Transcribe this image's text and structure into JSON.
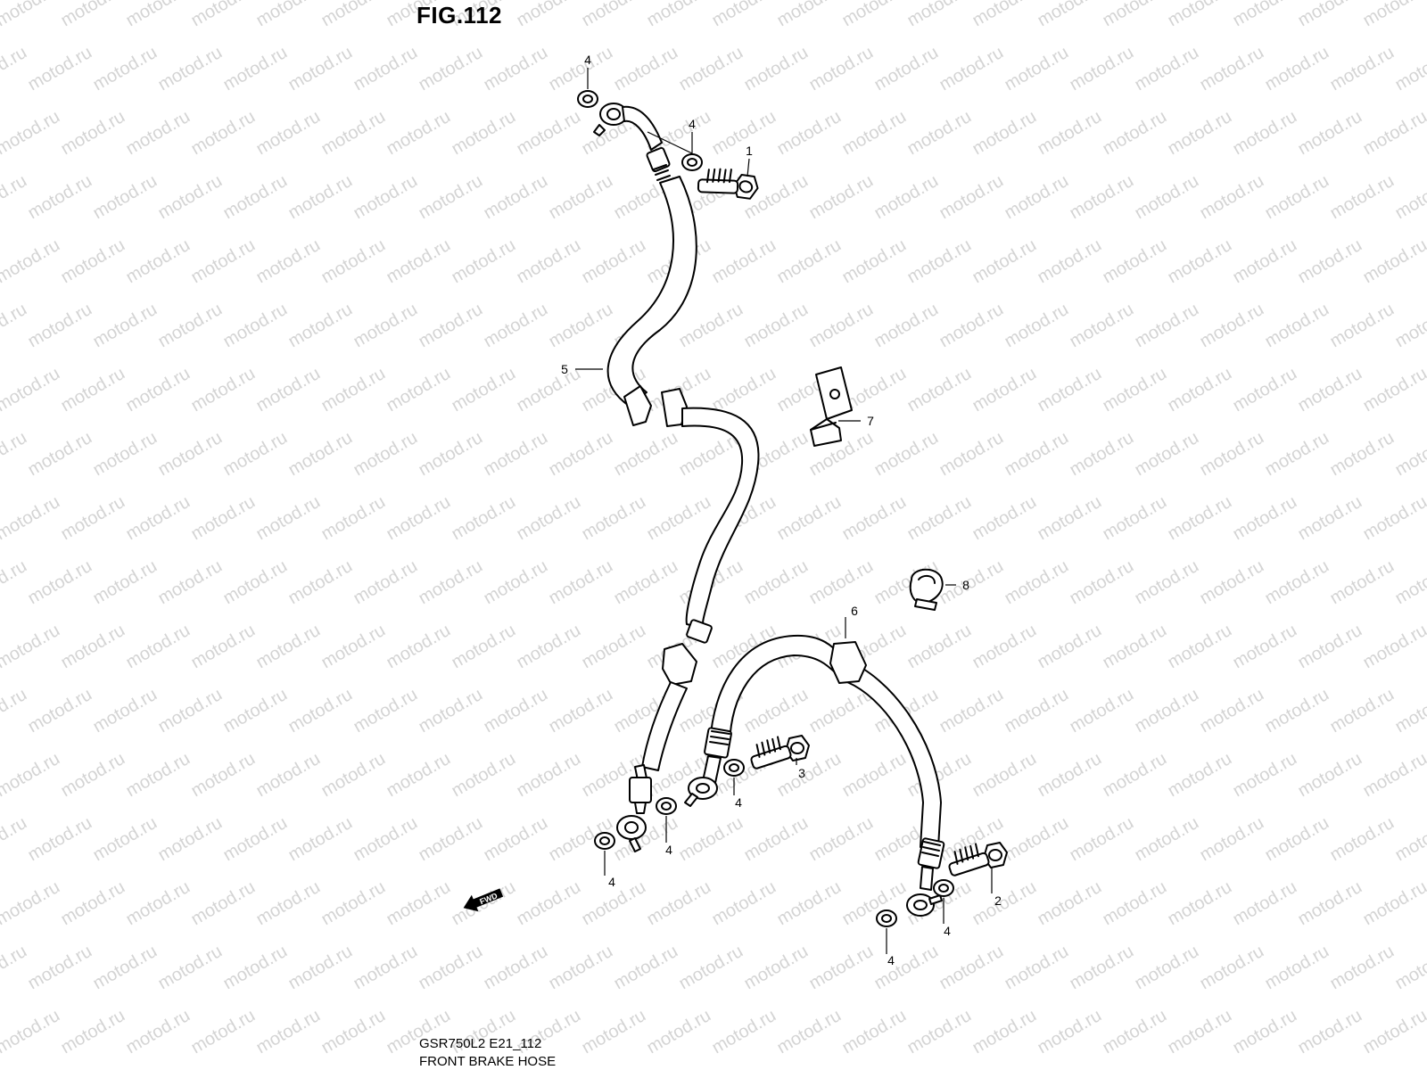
{
  "figure": {
    "title": "FIG.112",
    "model_code": "GSR750L2 E21_112",
    "name": "FRONT BRAKE HOSE"
  },
  "watermark": {
    "text": "motod.ru"
  },
  "callouts": {
    "c1": "1",
    "c2": "2",
    "c3": "3",
    "c4a": "4",
    "c4b": "4",
    "c4c": "4",
    "c4d": "4",
    "c4e": "4",
    "c4f": "4",
    "c4g": "4",
    "c5": "5",
    "c6": "6",
    "c7": "7",
    "c8": "8"
  },
  "direction_marker": {
    "label": "FWD"
  },
  "icons": {
    "union_bolt": "union-bolt-icon",
    "gasket_washer": "washer-icon",
    "clamp": "hose-clamp-icon",
    "bracket": "hose-bracket-icon",
    "arrow": "forward-arrow-icon"
  }
}
